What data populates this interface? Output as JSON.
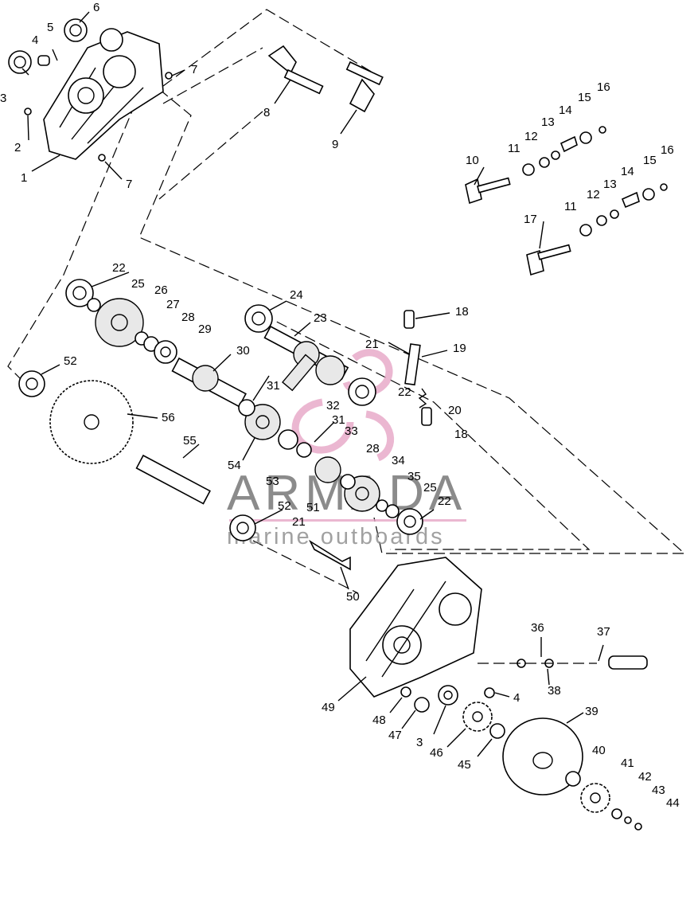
{
  "watermark": {
    "brand": "ARMADA",
    "tagline": "marine outboards",
    "pink": "#e7a6c6"
  },
  "callouts": [
    {
      "id": "c6",
      "text": "6"
    },
    {
      "id": "c5",
      "text": "5"
    },
    {
      "id": "c4a",
      "text": "4"
    },
    {
      "id": "c3a",
      "text": "3"
    },
    {
      "id": "c2",
      "text": "2"
    },
    {
      "id": "c1",
      "text": "1"
    },
    {
      "id": "c7a",
      "text": "7"
    },
    {
      "id": "c7b",
      "text": "7"
    },
    {
      "id": "c8",
      "text": "8"
    },
    {
      "id": "c9",
      "text": "9"
    },
    {
      "id": "c16a",
      "text": "16"
    },
    {
      "id": "c15a",
      "text": "15"
    },
    {
      "id": "c14a",
      "text": "14"
    },
    {
      "id": "c13a",
      "text": "13"
    },
    {
      "id": "c12a",
      "text": "12"
    },
    {
      "id": "c11a",
      "text": "11"
    },
    {
      "id": "c10",
      "text": "10"
    },
    {
      "id": "c16b",
      "text": "16"
    },
    {
      "id": "c15b",
      "text": "15"
    },
    {
      "id": "c14b",
      "text": "14"
    },
    {
      "id": "c13b",
      "text": "13"
    },
    {
      "id": "c12b",
      "text": "12"
    },
    {
      "id": "c11b",
      "text": "11"
    },
    {
      "id": "c17",
      "text": "17"
    },
    {
      "id": "c22a",
      "text": "22"
    },
    {
      "id": "c25a",
      "text": "25"
    },
    {
      "id": "c26",
      "text": "26"
    },
    {
      "id": "c27",
      "text": "27"
    },
    {
      "id": "c28a",
      "text": "28"
    },
    {
      "id": "c29",
      "text": "29"
    },
    {
      "id": "c24",
      "text": "24"
    },
    {
      "id": "c23",
      "text": "23"
    },
    {
      "id": "c18a",
      "text": "18"
    },
    {
      "id": "c21a",
      "text": "21"
    },
    {
      "id": "c19",
      "text": "19"
    },
    {
      "id": "c22b",
      "text": "22"
    },
    {
      "id": "c20",
      "text": "20"
    },
    {
      "id": "c18b",
      "text": "18"
    },
    {
      "id": "c52a",
      "text": "52"
    },
    {
      "id": "c30",
      "text": "30"
    },
    {
      "id": "c31a",
      "text": "31"
    },
    {
      "id": "c32",
      "text": "32"
    },
    {
      "id": "c31b",
      "text": "31"
    },
    {
      "id": "c33",
      "text": "33"
    },
    {
      "id": "c56",
      "text": "56"
    },
    {
      "id": "c55",
      "text": "55"
    },
    {
      "id": "c54",
      "text": "54"
    },
    {
      "id": "c28b",
      "text": "28"
    },
    {
      "id": "c34",
      "text": "34"
    },
    {
      "id": "c53",
      "text": "53"
    },
    {
      "id": "c51",
      "text": "51"
    },
    {
      "id": "c35",
      "text": "35"
    },
    {
      "id": "c25b",
      "text": "25"
    },
    {
      "id": "c22c",
      "text": "22"
    },
    {
      "id": "c52b",
      "text": "52"
    },
    {
      "id": "c21b",
      "text": "21"
    },
    {
      "id": "c50",
      "text": "50"
    },
    {
      "id": "c36",
      "text": "36"
    },
    {
      "id": "c37",
      "text": "37"
    },
    {
      "id": "c38",
      "text": "38"
    },
    {
      "id": "c4b",
      "text": "4"
    },
    {
      "id": "c49",
      "text": "49"
    },
    {
      "id": "c48",
      "text": "48"
    },
    {
      "id": "c47",
      "text": "47"
    },
    {
      "id": "c3b",
      "text": "3"
    },
    {
      "id": "c46",
      "text": "46"
    },
    {
      "id": "c45",
      "text": "45"
    },
    {
      "id": "c39",
      "text": "39"
    },
    {
      "id": "c40",
      "text": "40"
    },
    {
      "id": "c41",
      "text": "41"
    },
    {
      "id": "c42",
      "text": "42"
    },
    {
      "id": "c43",
      "text": "43"
    },
    {
      "id": "c44",
      "text": "44"
    }
  ]
}
